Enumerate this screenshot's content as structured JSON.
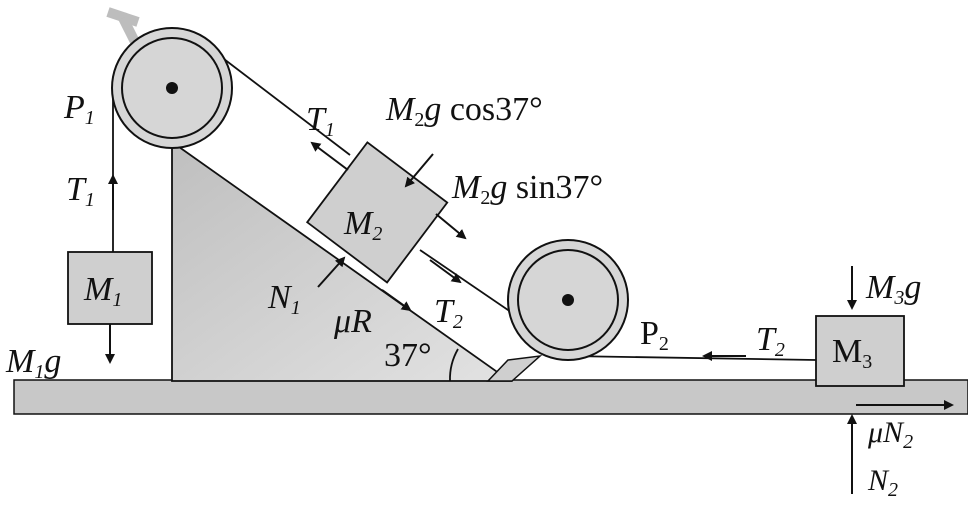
{
  "labels": {
    "p1": "P",
    "p1_sub": "1",
    "t1_left": "T",
    "t1_left_sub": "1",
    "m1": "M",
    "m1_sub": "1",
    "m1g_main": "M",
    "m1g_sub": "1",
    "m1g_g": "g",
    "t1_slope": "T",
    "t1_slope_sub": "1",
    "m2cos_m": "M",
    "m2cos_sub": "2",
    "m2cos_rest": "g",
    "m2cos_trig": " cos37°",
    "m2sin_m": "M",
    "m2sin_sub": "2",
    "m2sin_rest": "g",
    "m2sin_trig": " sin37°",
    "m2": "M",
    "m2_sub": "2",
    "n1": "N",
    "n1_sub": "1",
    "mur": "μR",
    "t2_slope": "T",
    "t2_slope_sub": "2",
    "angle": "37°",
    "p2": "P",
    "p2_sub": "2",
    "t2_floor": "T",
    "t2_floor_sub": "2",
    "m3": "M",
    "m3_sub": "3",
    "m3g_m": "M",
    "m3g_sub": "3",
    "m3g_g": "g",
    "mun2_mu": "μN",
    "mun2_sub": "2",
    "n2": "N",
    "n2_sub": "2"
  },
  "colors": {
    "ground": "#c8c8c8",
    "wedge": "#d2d2d2",
    "block": "#cfcfcf",
    "pulley": "#d6d6d6",
    "stroke": "#111111",
    "clamp": "#bdbdbd"
  }
}
